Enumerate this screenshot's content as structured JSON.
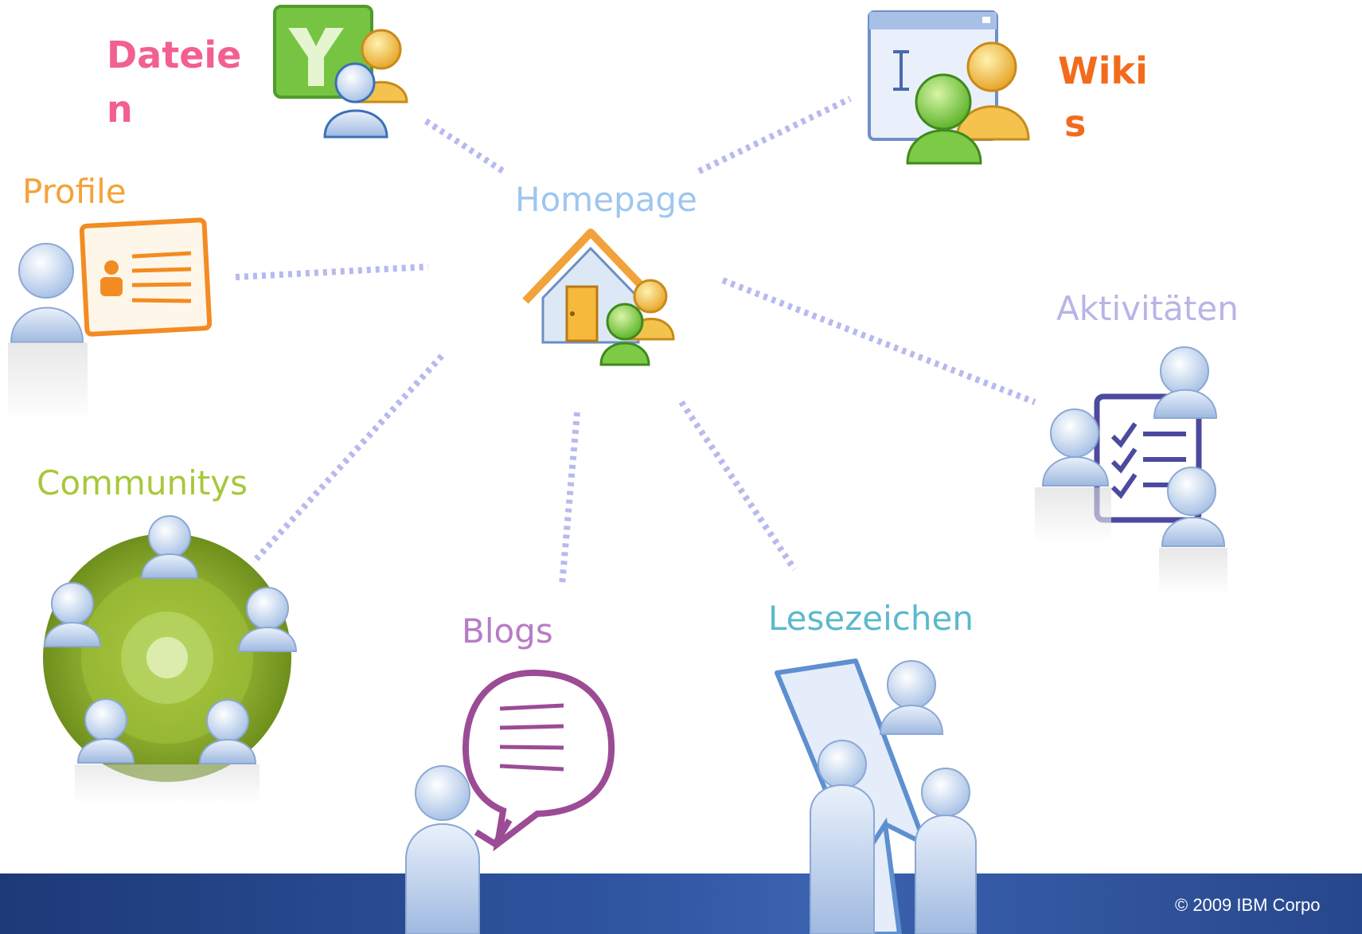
{
  "nodes": {
    "dateien": {
      "label_line1": "Dateie",
      "label_line2": "n",
      "color": "#f2608f"
    },
    "wikis": {
      "label_line1": "Wiki",
      "label_line2": "s",
      "color": "#f26b1d"
    },
    "profile": {
      "label": "Profile",
      "color": "#f5a23a"
    },
    "homepage": {
      "label": "Homepage",
      "color": "#9fc6ee"
    },
    "aktivitaeten": {
      "label": "Aktivitäten",
      "color": "#b7b5e6"
    },
    "communitys": {
      "label": "Communitys",
      "color": "#a6c83a"
    },
    "blogs": {
      "label": "Blogs",
      "color": "#b77cc6"
    },
    "lesezeichen": {
      "label": "Lesezeichen",
      "color": "#5bb9cc"
    }
  },
  "connector_color": "#b7b9ef",
  "footer": {
    "copyright": "© 2009 IBM Corpo"
  }
}
